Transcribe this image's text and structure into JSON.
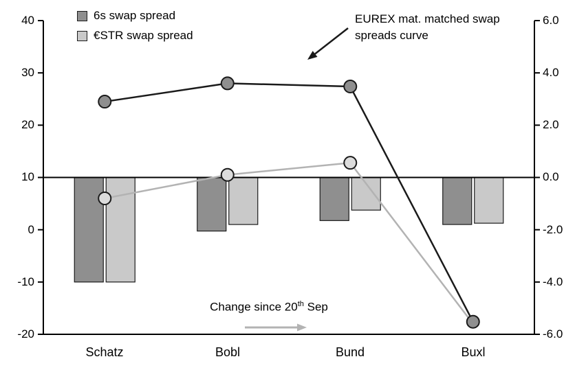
{
  "chart_data": {
    "type": "combo",
    "title": "",
    "categories": [
      "Schatz",
      "Bobl",
      "Bund",
      "Buxl"
    ],
    "left_axis": {
      "tick_labels": [
        "40",
        "30",
        "20",
        "10",
        "0",
        "-10",
        "-20"
      ],
      "min": -20,
      "max": 40
    },
    "right_axis": {
      "tick_labels": [
        "6.0",
        "4.0",
        "2.0",
        "0.0",
        "-2.0",
        "-4.0",
        "-6.0"
      ],
      "min": -6,
      "max": 6
    },
    "grid": false,
    "legend_position": "top-left-inside",
    "bar_series": [
      {
        "name": "6s swap spread",
        "axis": "right",
        "color": "#8f8f8f",
        "border": "#1a1a1a",
        "values": [
          -4.0,
          -2.05,
          -1.65,
          -1.8
        ]
      },
      {
        "name": "€STR swap spread",
        "axis": "right",
        "color": "#c9c9c9",
        "border": "#1a1a1a",
        "values": [
          -4.0,
          -1.8,
          -1.25,
          -1.75
        ]
      }
    ],
    "line_series": [
      {
        "name": "6s swap spread",
        "axis": "left",
        "color": "#1a1a1a",
        "marker_fill": "#8f8f8f",
        "values": [
          24.5,
          28.0,
          27.4,
          -17.6
        ],
        "markers": [
          1,
          1,
          1,
          1
        ]
      },
      {
        "name": "€STR swap spread",
        "axis": "left",
        "color": "#b3b3b3",
        "marker_fill": "#dcdcdc",
        "values": [
          6.0,
          10.5,
          12.8,
          -18.0
        ],
        "markers": [
          1,
          1,
          1,
          0
        ]
      }
    ]
  },
  "legend": {
    "items": [
      {
        "label": "6s swap spread"
      },
      {
        "label": "€STR swap spread"
      }
    ]
  },
  "annotations": {
    "curve_label": "EUREX mat. matched swap spreads curve",
    "change_label_prefix": "Change since 20",
    "change_label_sup": "th",
    "change_label_suffix": " Sep"
  }
}
